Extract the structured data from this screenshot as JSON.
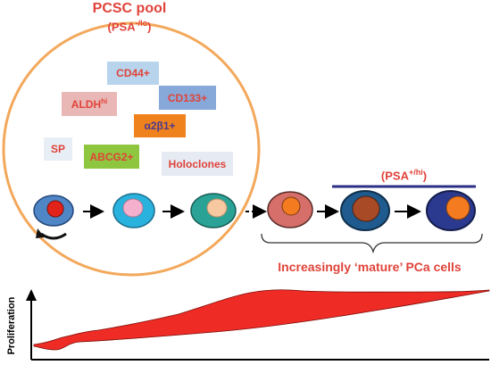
{
  "title": {
    "main": "PCSC pool",
    "sub_prefix": "(PSA",
    "sub_sup": "-/lo",
    "sub_suffix": ")"
  },
  "markers": [
    {
      "id": "cd44",
      "text": "CD44+",
      "sup": "",
      "bg": "#b7d4ec",
      "fg": "#e0433a"
    },
    {
      "id": "aldh",
      "text": "ALDH",
      "sup": "hi",
      "bg": "#e9b7b5",
      "fg": "#e0433a"
    },
    {
      "id": "cd133",
      "text": "CD133+",
      "sup": "",
      "bg": "#86a9d9",
      "fg": "#e0433a"
    },
    {
      "id": "a2b1",
      "text": "α2β1+",
      "sup": "",
      "bg": "#f0821e",
      "fg": "#4a3a8c"
    },
    {
      "id": "sp",
      "text": "SP",
      "sup": "",
      "bg": "#e7eef6",
      "fg": "#e0433a"
    },
    {
      "id": "abcg2",
      "text": "ABCG2+",
      "sup": "",
      "bg": "#8ec63f",
      "fg": "#e0433a"
    },
    {
      "id": "holoclones",
      "text": "Holoclones",
      "sup": "",
      "bg": "#e5eaf3",
      "fg": "#e0433a"
    }
  ],
  "psa_hi": {
    "prefix": "(PSA",
    "sup": "+/hi",
    "suffix": ")"
  },
  "mature_label": "Increasingly ‘mature’ PCa cells",
  "ylabel": "Proliferation",
  "colors": {
    "accent_red": "#e0433a",
    "pool_outline": "#f3a85b",
    "psa_bar": "#2b2f86",
    "curve_fill": "#ee2b24"
  }
}
